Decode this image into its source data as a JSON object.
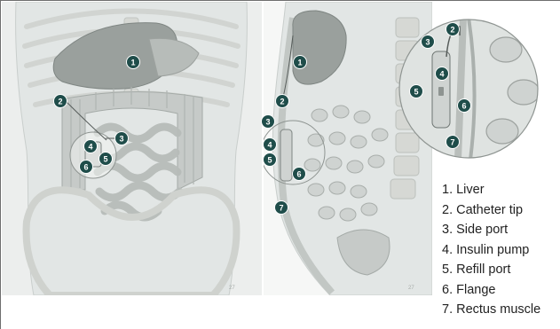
{
  "figure": {
    "markers": {
      "front": [
        "1",
        "2",
        "3",
        "4",
        "5",
        "6"
      ],
      "side": [
        "1",
        "2",
        "3",
        "4",
        "5",
        "6",
        "7"
      ],
      "zoom": [
        "2",
        "3",
        "4",
        "5",
        "6",
        "7"
      ]
    },
    "legend": [
      "1. Liver",
      "2. Catheter tip",
      "3. Side port",
      "4. Insulin pump",
      "5. Refill port",
      "6. Flange",
      "7. Rectus muscle"
    ],
    "colors": {
      "marker": "#1f4d4a",
      "body_shade": "#e2e6e5",
      "organ": "#9aa09d",
      "bowel": "#c6cac8",
      "bone": "#d4d6d2",
      "text": "#222222"
    }
  }
}
